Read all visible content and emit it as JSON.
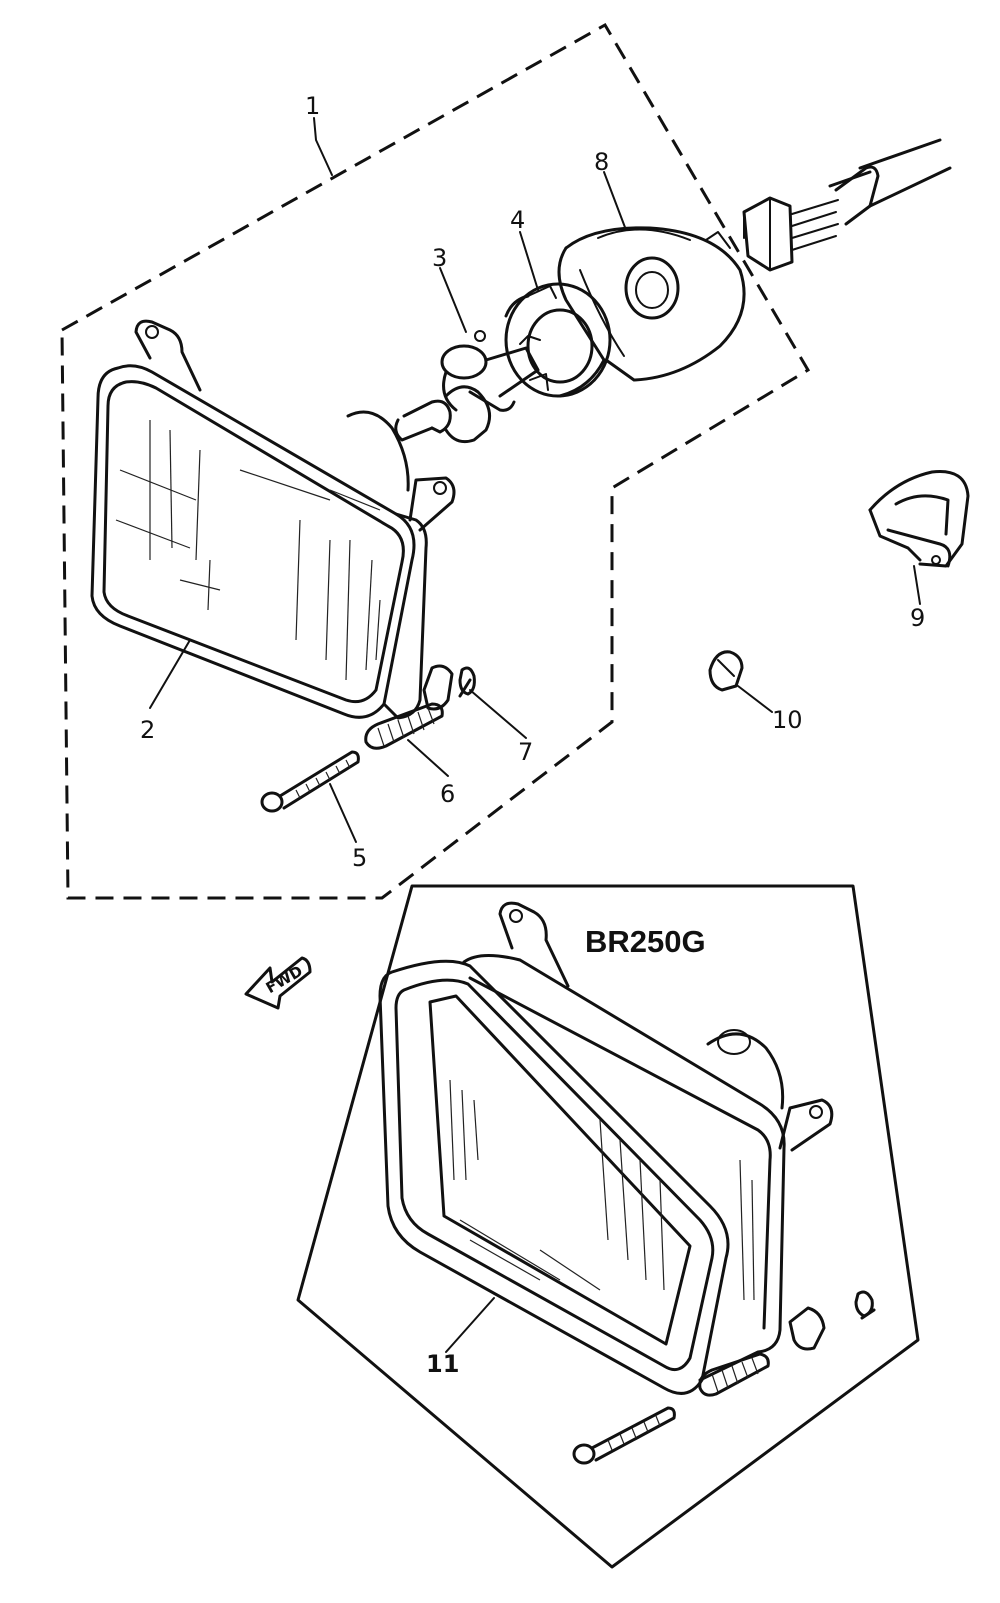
{
  "diagram": {
    "variant_label": "BR250G",
    "direction_arrow_label": "FWD",
    "callouts": [
      "1",
      "2",
      "3",
      "4",
      "5",
      "6",
      "7",
      "8",
      "9",
      "10",
      "11"
    ]
  }
}
